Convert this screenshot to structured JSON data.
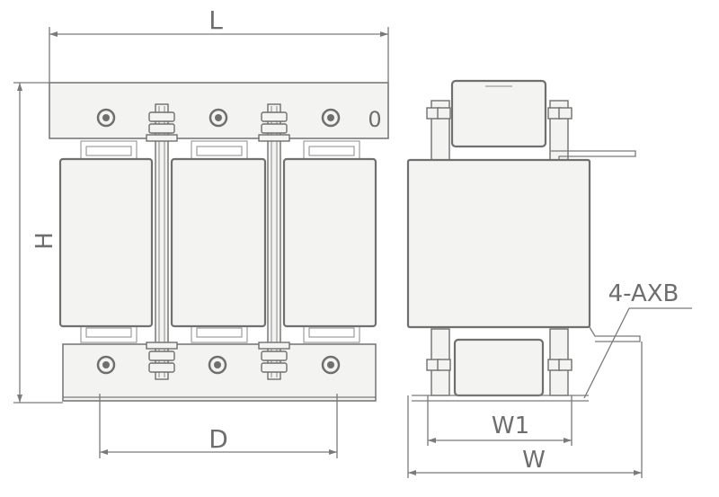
{
  "front_view": {
    "length_label": "L",
    "height_label": "H",
    "mount_distance_label": "D",
    "top_mark": "0"
  },
  "side_view": {
    "hole_label": "4-AXB",
    "inner_width_label": "W1",
    "width_label": "W"
  }
}
